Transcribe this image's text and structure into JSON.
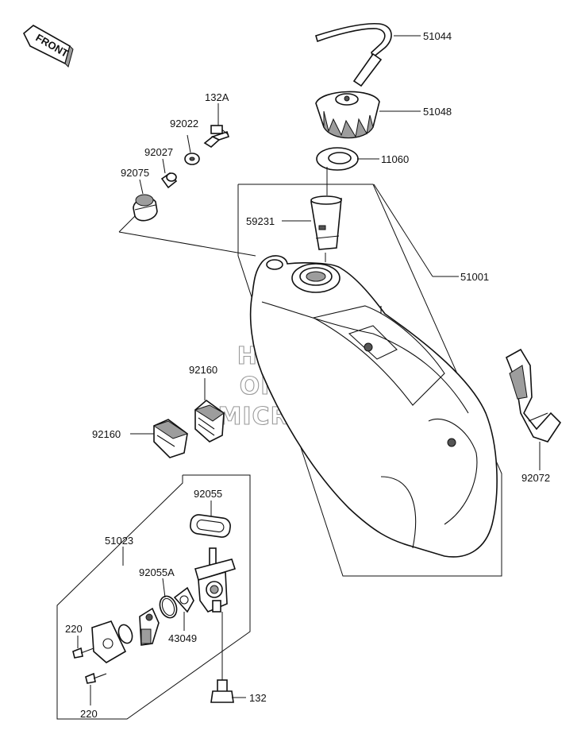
{
  "front_badge": {
    "label": "FRONT",
    "icon": "arrow-left-icon"
  },
  "watermark": {
    "line1": "HLSM'S",
    "line2": "ONLINE",
    "line3": "MICROFICHE"
  },
  "part_numbers": {
    "p51044": "51044",
    "p51048": "51048",
    "p11060": "11060",
    "p59231": "59231",
    "p51001": "51001",
    "p132A": "132A",
    "p92022": "92022",
    "p92027": "92027",
    "p92075": "92075",
    "p92160_upper": "92160",
    "p92160_lower": "92160",
    "p92072": "92072",
    "p92055": "92055",
    "p51023": "51023",
    "p92055A": "92055A",
    "p43049": "43049",
    "p220_upper": "220",
    "p220_lower": "220",
    "p132": "132"
  }
}
